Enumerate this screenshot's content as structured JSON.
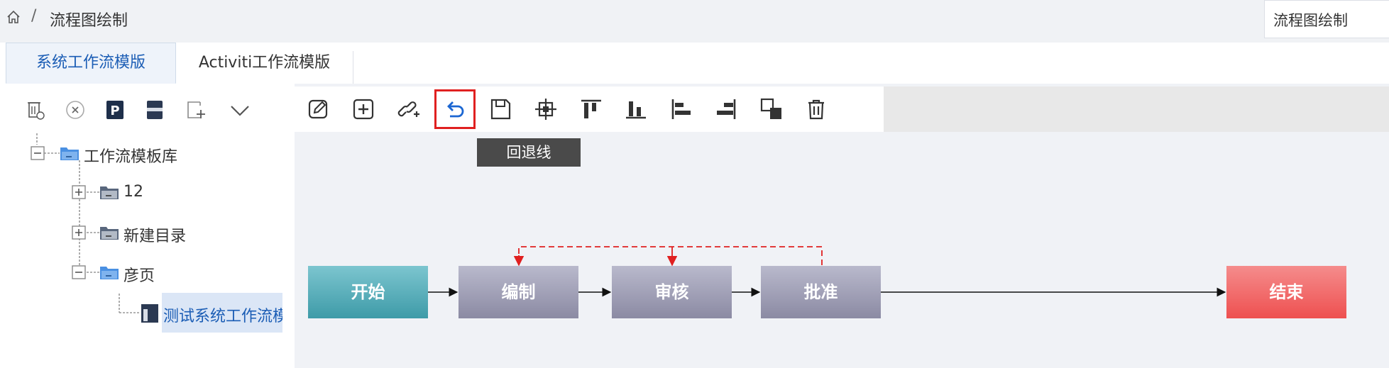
{
  "breadcrumb": {
    "sep": "/",
    "title": "流程图绘制"
  },
  "top_select": {
    "value": "流程图绘制"
  },
  "tabs": [
    {
      "label": "系统工作流模版",
      "active": true
    },
    {
      "label": "Activiti工作流模版",
      "active": false
    }
  ],
  "left_toolbar": {
    "icons": [
      "delete-doc-icon",
      "cancel-circle-icon",
      "publish-p-icon",
      "save-stripe-icon",
      "add-square-icon",
      "chevron-down-icon"
    ]
  },
  "canvas_toolbar": {
    "icons": [
      "edit-icon",
      "add-icon",
      "link-icon",
      "undo-icon",
      "save-icon",
      "center-icon",
      "align-top-icon",
      "align-bottom-icon",
      "align-left-icon",
      "align-right-icon",
      "same-size-icon",
      "trash-icon"
    ],
    "highlighted": "undo-icon",
    "tooltip": "回退线"
  },
  "tree": {
    "root": "工作流模板库",
    "children": [
      {
        "label": "12",
        "expanded": false
      },
      {
        "label": "新建目录",
        "expanded": false
      },
      {
        "label": "彦页",
        "expanded": true
      }
    ],
    "leaf": "测试系统工作流模"
  },
  "flow": {
    "nodes": [
      "开始",
      "编制",
      "审核",
      "批准",
      "结束"
    ]
  },
  "colors": {
    "accent": "#1b5db5",
    "highlight_border": "#e02020",
    "start_node": "#4fa9b4",
    "task_node": "#9a99b0",
    "end_node": "#f06464",
    "dashed_line": "#e02020"
  }
}
